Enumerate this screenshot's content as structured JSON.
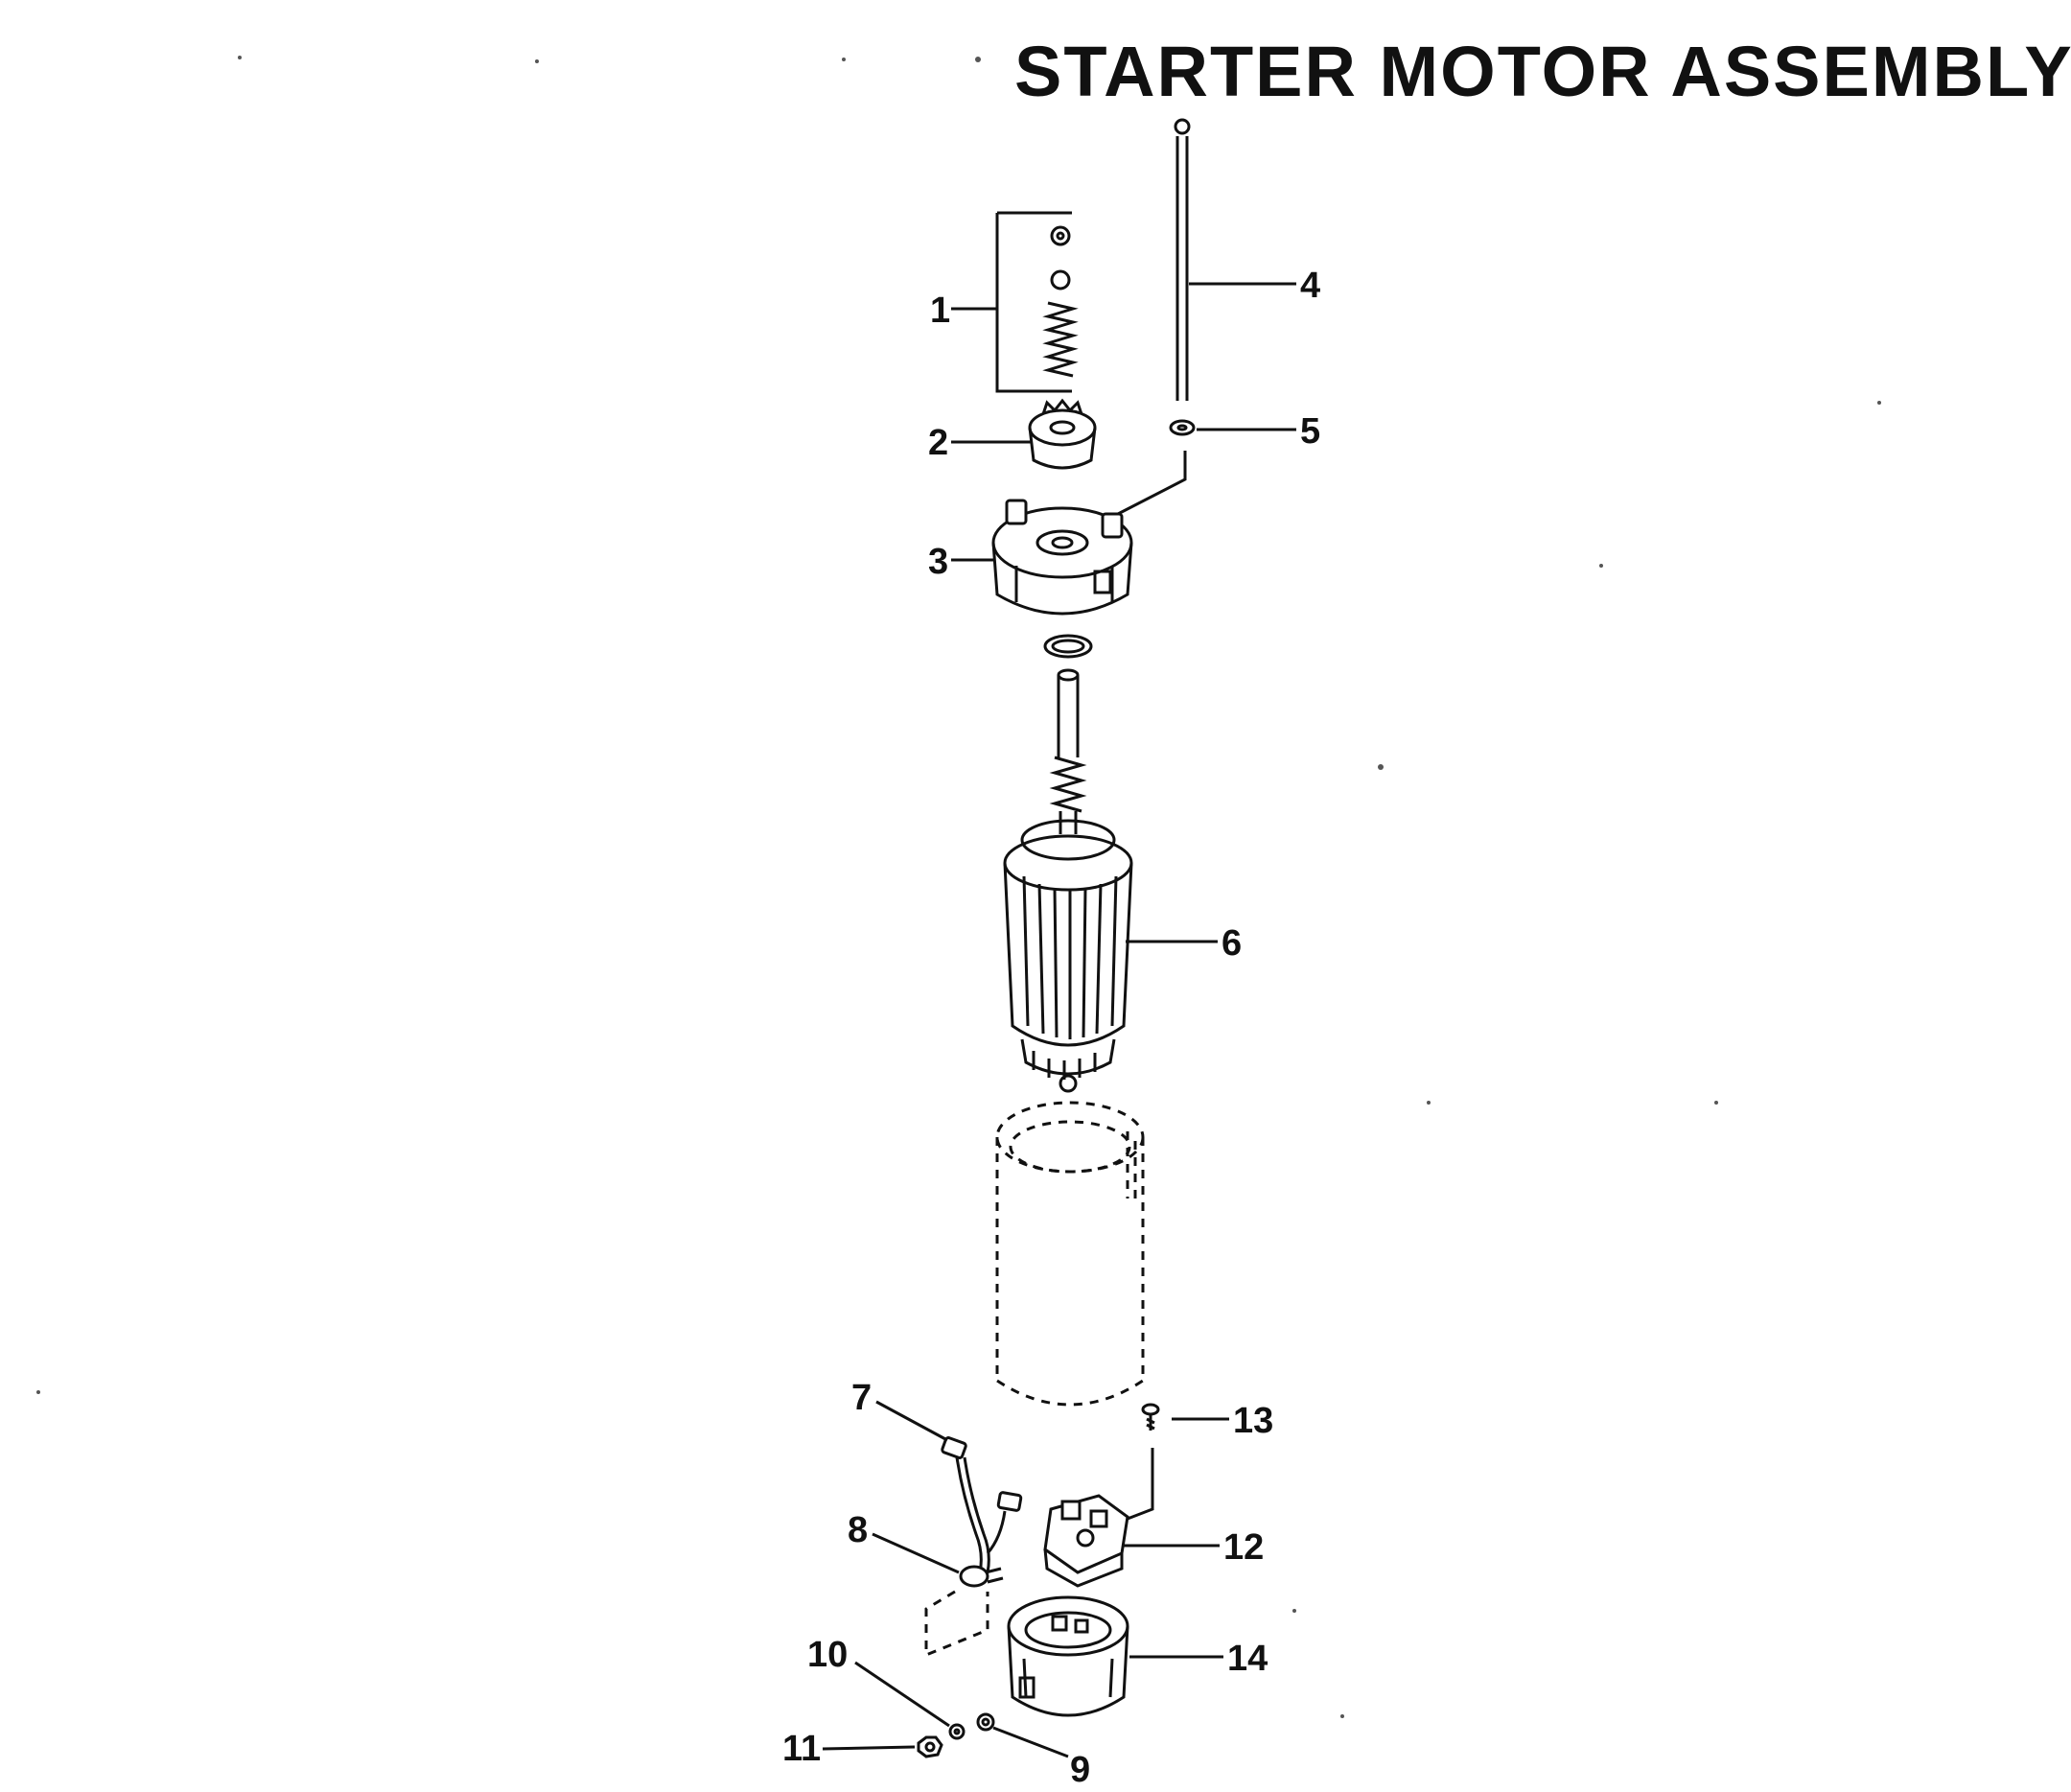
{
  "title": "STARTER MOTOR ASSEMBLY",
  "callouts": [
    {
      "id": 1,
      "label": "1"
    },
    {
      "id": 2,
      "label": "2"
    },
    {
      "id": 3,
      "label": "3"
    },
    {
      "id": 4,
      "label": "4"
    },
    {
      "id": 5,
      "label": "5"
    },
    {
      "id": 6,
      "label": "6"
    },
    {
      "id": 7,
      "label": "7"
    },
    {
      "id": 8,
      "label": "8"
    },
    {
      "id": 9,
      "label": "9"
    },
    {
      "id": 10,
      "label": "10"
    },
    {
      "id": 11,
      "label": "11"
    },
    {
      "id": 12,
      "label": "12"
    },
    {
      "id": 13,
      "label": "13"
    },
    {
      "id": 14,
      "label": "14"
    }
  ],
  "colors": {
    "ink": "#111111",
    "paper": "#ffffff"
  }
}
